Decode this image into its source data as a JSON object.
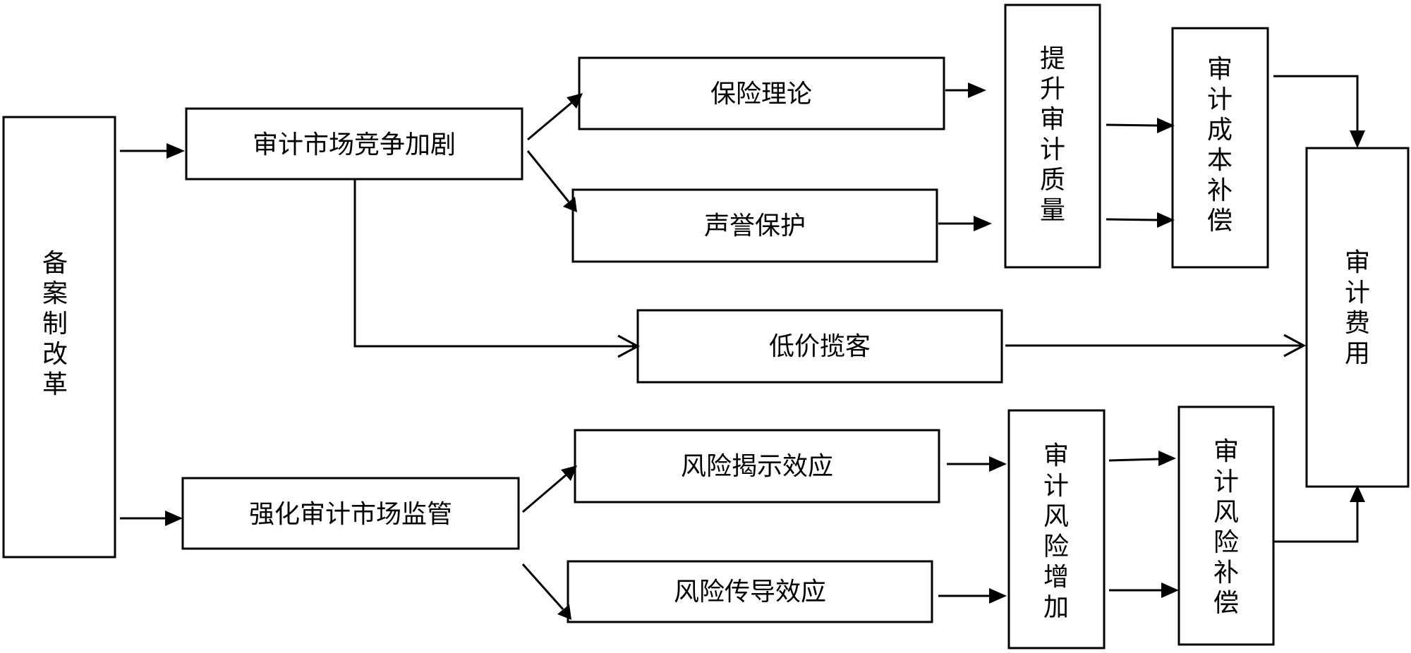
{
  "nodes": {
    "filing_reform": "备案制改革",
    "competition": "审计市场竞争加剧",
    "supervision": "强化审计市场监管",
    "insurance_theory": "保险理论",
    "reputation": "声誉保护",
    "low_price": "低价揽客",
    "risk_disclosure": "风险揭示效应",
    "risk_transmission": "风险传导效应",
    "quality_up": "提升审计质量",
    "cost_comp": "审计成本补偿",
    "risk_up": "审计风险增加",
    "risk_comp": "审计风险补偿",
    "audit_fee": "审计费用"
  }
}
